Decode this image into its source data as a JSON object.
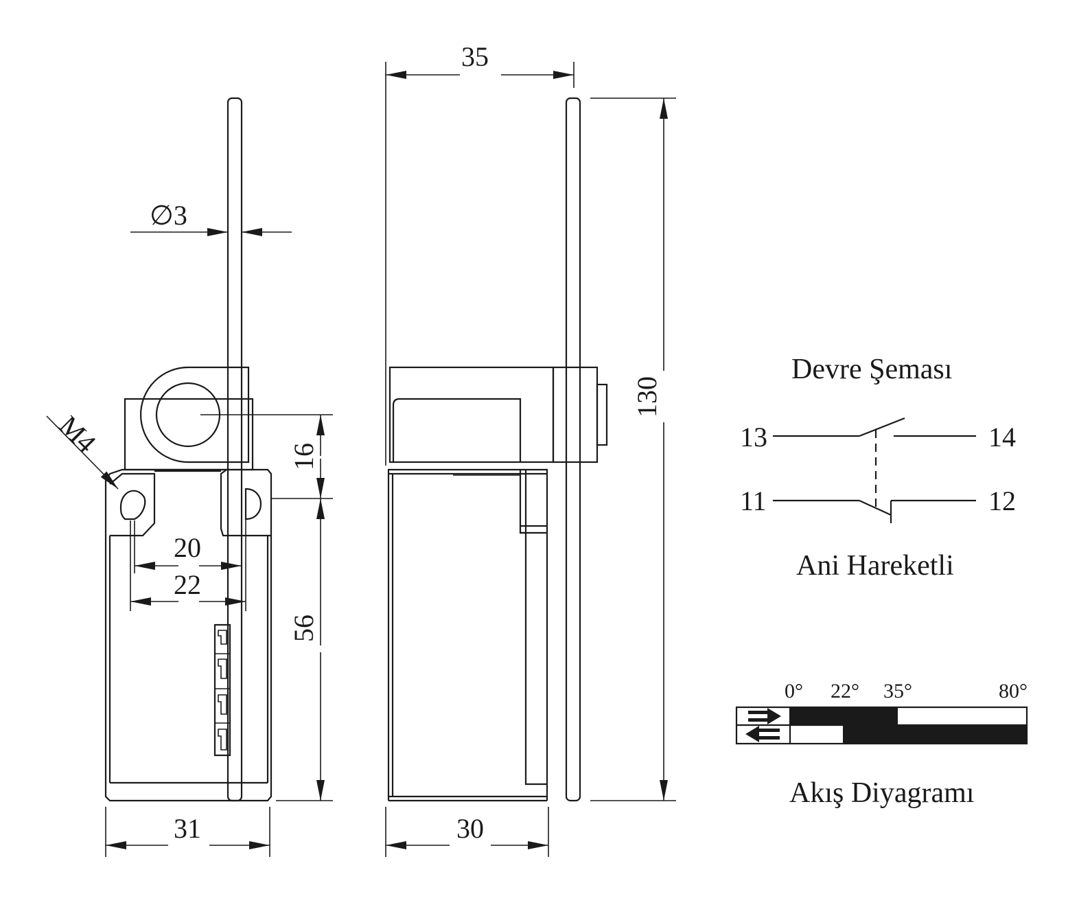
{
  "front_view": {
    "dim_rod_diameter": "∅3",
    "dim_thread": "M4",
    "dim_height_upper": "16",
    "dim_height_lower": "56",
    "dim_hole_spacing_inner": "20",
    "dim_hole_spacing_outer": "22",
    "dim_width": "31"
  },
  "side_view": {
    "dim_top_width": "35",
    "dim_total_height": "130",
    "dim_bottom_width": "30"
  },
  "circuit": {
    "title": "Devre Şeması",
    "terminal_13": "13",
    "terminal_14": "14",
    "terminal_11": "11",
    "terminal_12": "12",
    "subtitle": "Ani Hareketli"
  },
  "flow": {
    "angles": [
      "0°",
      "22°",
      "35°",
      "80°"
    ],
    "title": "Akış Diyagramı",
    "arrow_top_icon": "double-arrow-right-icon",
    "arrow_bottom_icon": "double-arrow-left-icon"
  }
}
